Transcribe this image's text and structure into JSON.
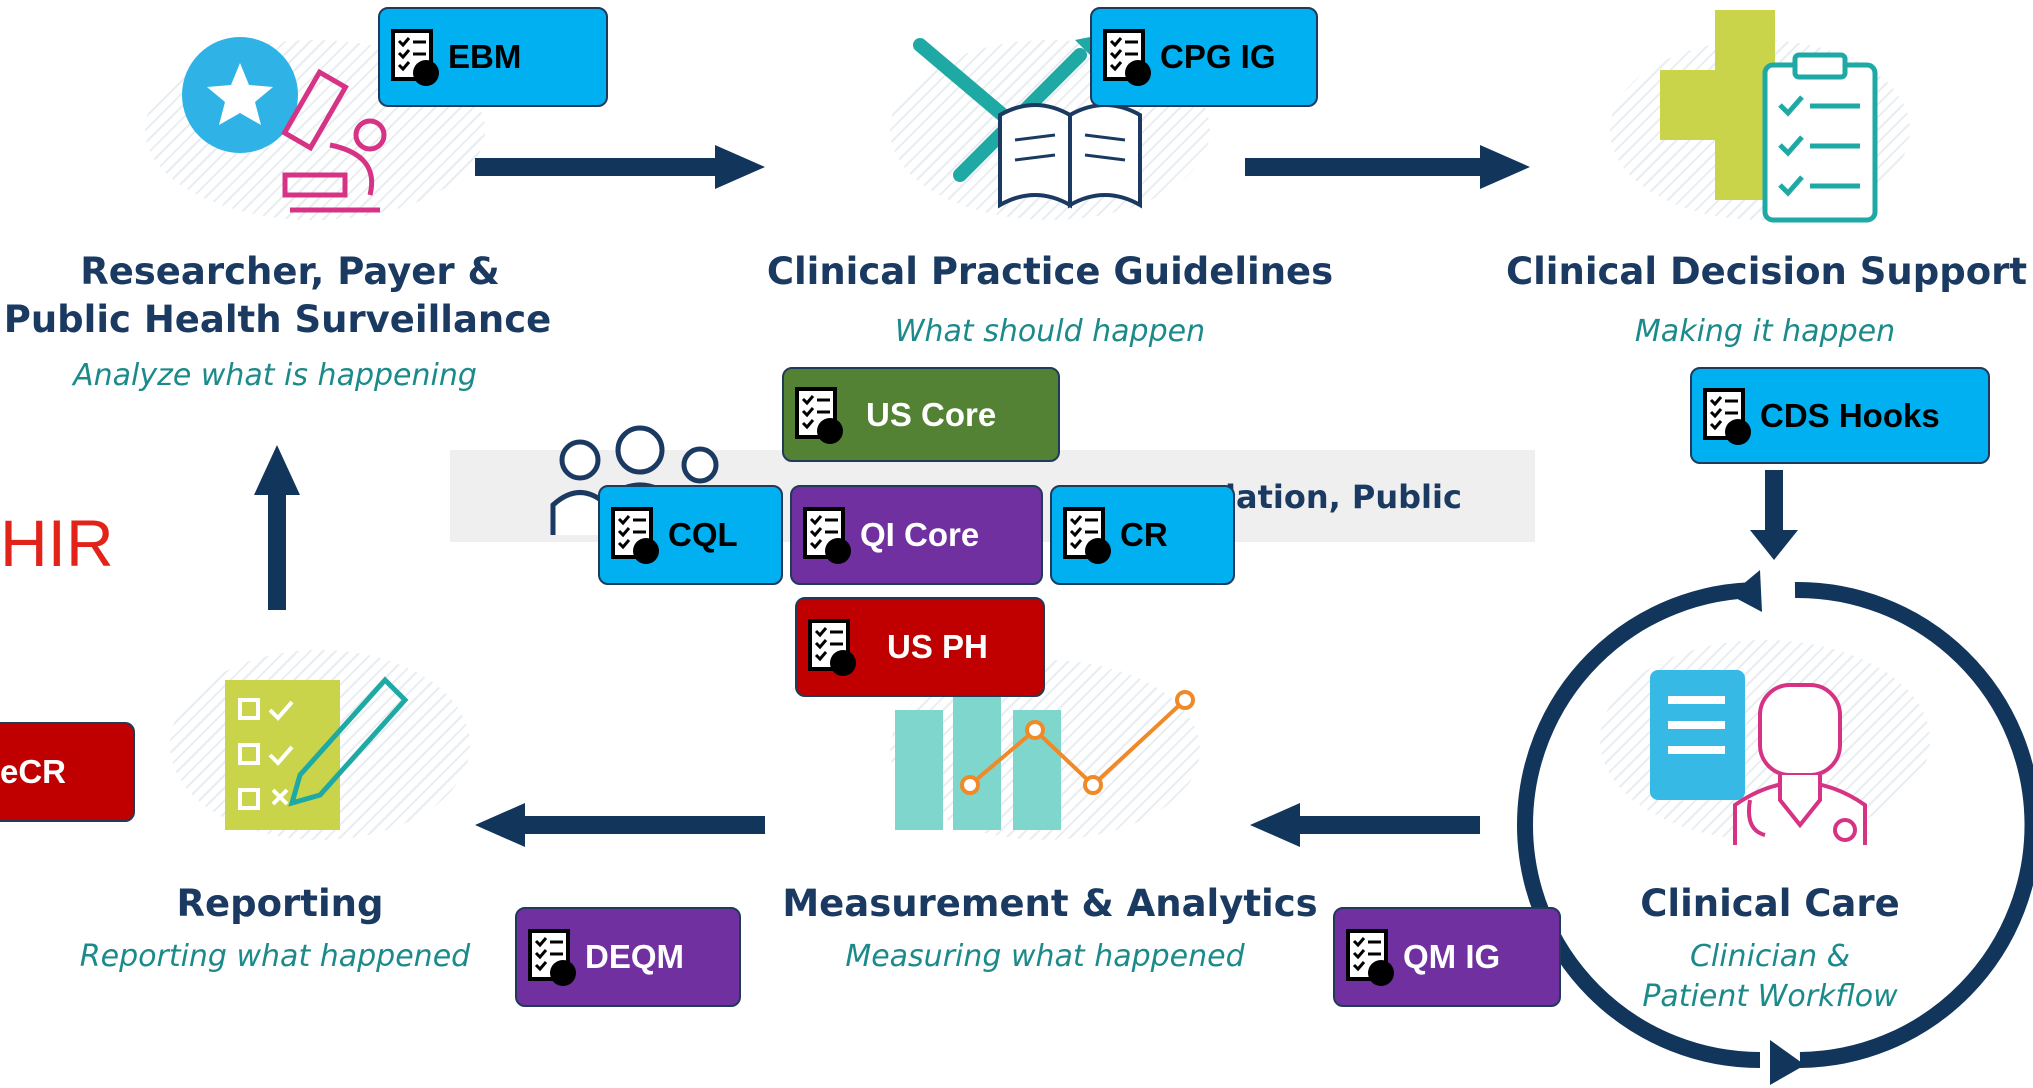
{
  "stages": {
    "research": {
      "title_line1": "Researcher, Payer &",
      "title_line2": "Public Health Surveillance",
      "subtitle": "Analyze what is happening"
    },
    "cpg": {
      "title": "Clinical Practice Guidelines",
      "subtitle": "What should happen"
    },
    "cds": {
      "title": "Clinical Decision Support",
      "subtitle": "Making it happen"
    },
    "care": {
      "title": "Clinical Care",
      "subtitle_line1": "Clinician &",
      "subtitle_line2": "Patient Workflow"
    },
    "measurement": {
      "title": "Measurement & Analytics",
      "subtitle": "Measuring what happened"
    },
    "reporting": {
      "title": "Reporting",
      "subtitle": "Reporting what happened"
    }
  },
  "band_text": "lation, Public",
  "fhir_logo": "HIR",
  "badges": {
    "ebm": {
      "label": "EBM",
      "color": "#01b0f0"
    },
    "cpg_ig": {
      "label": "CPG IG",
      "color": "#01b0f0"
    },
    "cds_hooks": {
      "label": "CDS Hooks",
      "color": "#01b0f0"
    },
    "us_core": {
      "label": "US Core",
      "color": "#548235"
    },
    "cql": {
      "label": "CQL",
      "color": "#01b0f0"
    },
    "qi_core": {
      "label": "QI Core",
      "color": "#7030a0"
    },
    "cr": {
      "label": "CR",
      "color": "#01b0f0"
    },
    "us_ph": {
      "label": "US PH",
      "color": "#c00000"
    },
    "ecr": {
      "label": "eCR",
      "color": "#c00000"
    },
    "deqm": {
      "label": "DEQM",
      "color": "#7030a0"
    },
    "qm_ig": {
      "label": "QM IG",
      "color": "#7030a0"
    }
  },
  "colors": {
    "arrow": "#12355b",
    "title": "#1b3a62",
    "subtitle": "#1c8a8a"
  }
}
